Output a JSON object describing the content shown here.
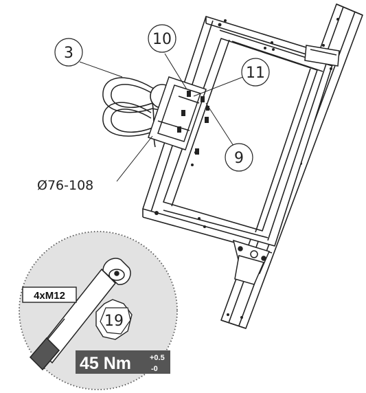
{
  "callouts": [
    {
      "label": "3"
    },
    {
      "label": "10"
    },
    {
      "label": "11"
    },
    {
      "label": "9"
    }
  ],
  "dimension": "Ø76-108",
  "tool_detail": {
    "bolt_spec": "4xM12",
    "socket_size": "19",
    "torque_value": "45 Nm",
    "tolerance_plus": "+0.5",
    "tolerance_minus": "-0"
  },
  "colors": {
    "line": "#222222",
    "panel_fill": "#e2e2e2",
    "torque_bg": "#555555",
    "page_bg": "#ffffff"
  }
}
